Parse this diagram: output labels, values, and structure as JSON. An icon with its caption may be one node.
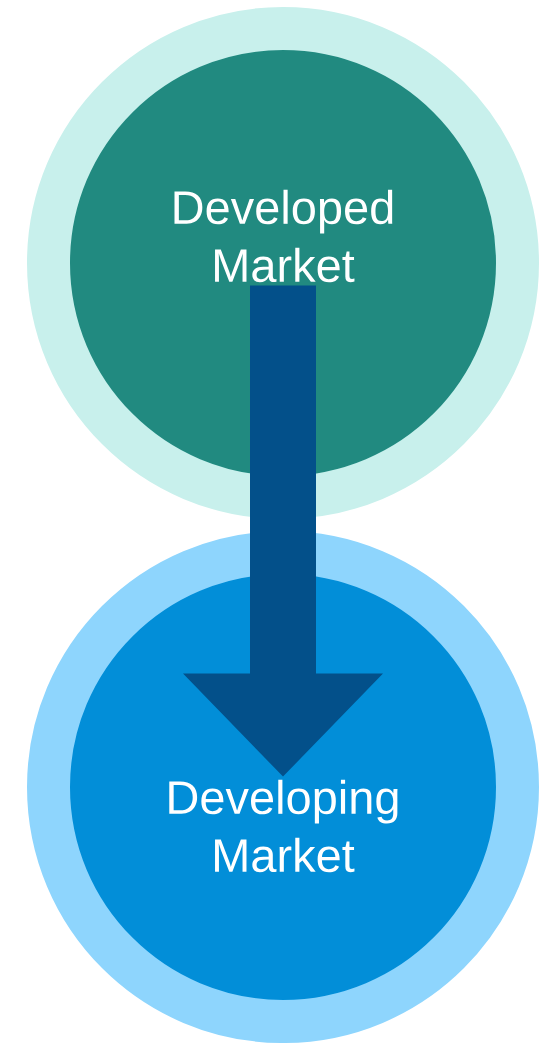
{
  "diagram": {
    "nodes": [
      {
        "text": [
          "Developed Market"
        ]
      },
      {
        "text": [
          "Developing Market"
        ]
      }
    ],
    "edges": [
      {
        "from": 0,
        "to": 1,
        "arrow": "to"
      }
    ]
  }
}
